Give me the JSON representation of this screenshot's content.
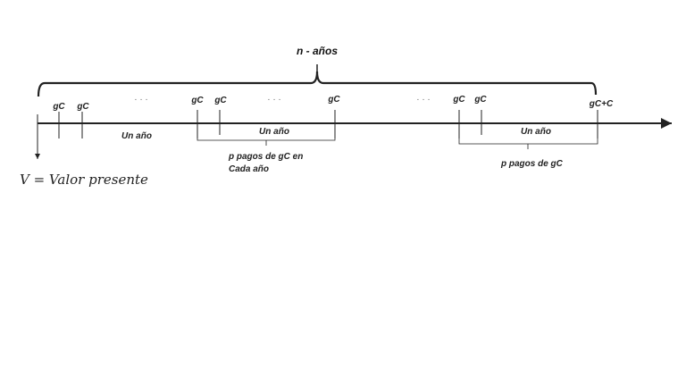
{
  "title": "n - años",
  "present_value": "V = Valor presente",
  "payments": {
    "p1": "gC",
    "p2": "gC",
    "p3": "gC",
    "p4": "gC",
    "p5": "gC",
    "p6": "gC",
    "p7": "gC",
    "last": "gC+C"
  },
  "ellipsis": "· · ·",
  "year_label": "Un año",
  "group1_line1": "p pagos de gC en",
  "group1_line2": "Cada año",
  "group2": "p pagos de gC"
}
